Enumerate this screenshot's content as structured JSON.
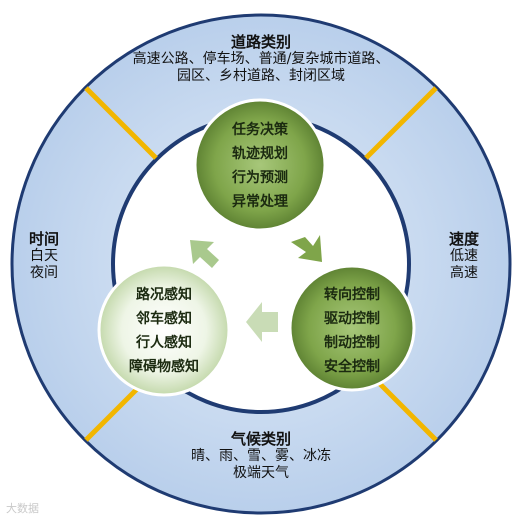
{
  "diagram": {
    "top": {
      "title": "道路类别",
      "lines": [
        "高速公路、停车场、普通/复杂城市道路、",
        "园区、乡村道路、封闭区域"
      ]
    },
    "left": {
      "title": "时间",
      "lines": [
        "白天",
        "夜间"
      ]
    },
    "right": {
      "title": "速度",
      "lines": [
        "低速",
        "高速"
      ]
    },
    "bottom": {
      "title": "气候类别",
      "lines": [
        "晴、雨、雪、雾、冰冻",
        "极端天气"
      ]
    },
    "circles": [
      {
        "lines": [
          "任务决策",
          "轨迹规划",
          "行为预测",
          "异常处理"
        ]
      },
      {
        "lines": [
          "转向控制",
          "驱动控制",
          "制动控制",
          "安全控制"
        ]
      },
      {
        "lines": [
          "路况感知",
          "邻车感知",
          "行人感知",
          "障碍物感知"
        ]
      }
    ]
  },
  "watermark": "大数据",
  "colors": {
    "ring_fill": "#c7d9f0",
    "ring_border": "#1f3b72",
    "divider": "#f2b600",
    "circle_dark": "#7fa54a",
    "circle_light": "#e8f1dc",
    "arrow": "#a9c98d"
  }
}
